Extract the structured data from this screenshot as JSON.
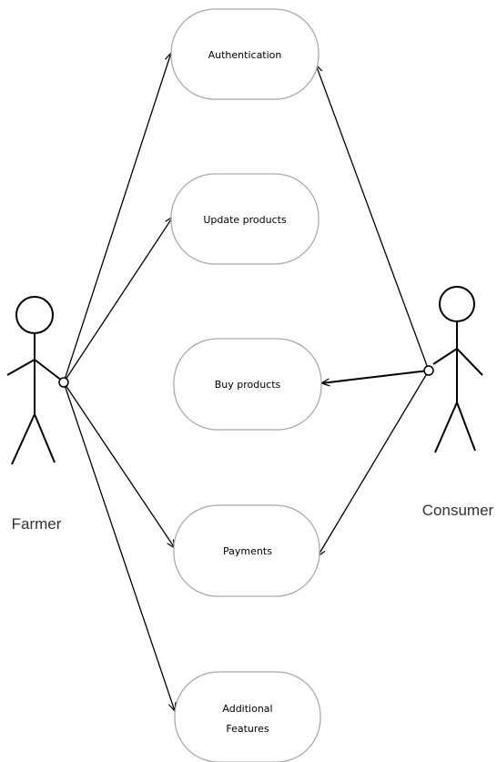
{
  "actors": {
    "farmer": {
      "label": "Farmer"
    },
    "consumer": {
      "label": "Consumer"
    }
  },
  "use_cases": [
    {
      "id": "authentication",
      "lines": [
        "Authentication"
      ]
    },
    {
      "id": "update-products",
      "lines": [
        "Update products"
      ]
    },
    {
      "id": "buy-products",
      "lines": [
        "Buy products"
      ]
    },
    {
      "id": "payments",
      "lines": [
        "Payments"
      ]
    },
    {
      "id": "additional-features",
      "lines": [
        "Additional",
        "Features"
      ]
    }
  ],
  "connections": [
    {
      "from": "farmer",
      "to": "authentication"
    },
    {
      "from": "farmer",
      "to": "update-products"
    },
    {
      "from": "farmer",
      "to": "payments"
    },
    {
      "from": "farmer",
      "to": "additional-features"
    },
    {
      "from": "consumer",
      "to": "authentication"
    },
    {
      "from": "consumer",
      "to": "buy-products"
    },
    {
      "from": "consumer",
      "to": "payments"
    }
  ]
}
